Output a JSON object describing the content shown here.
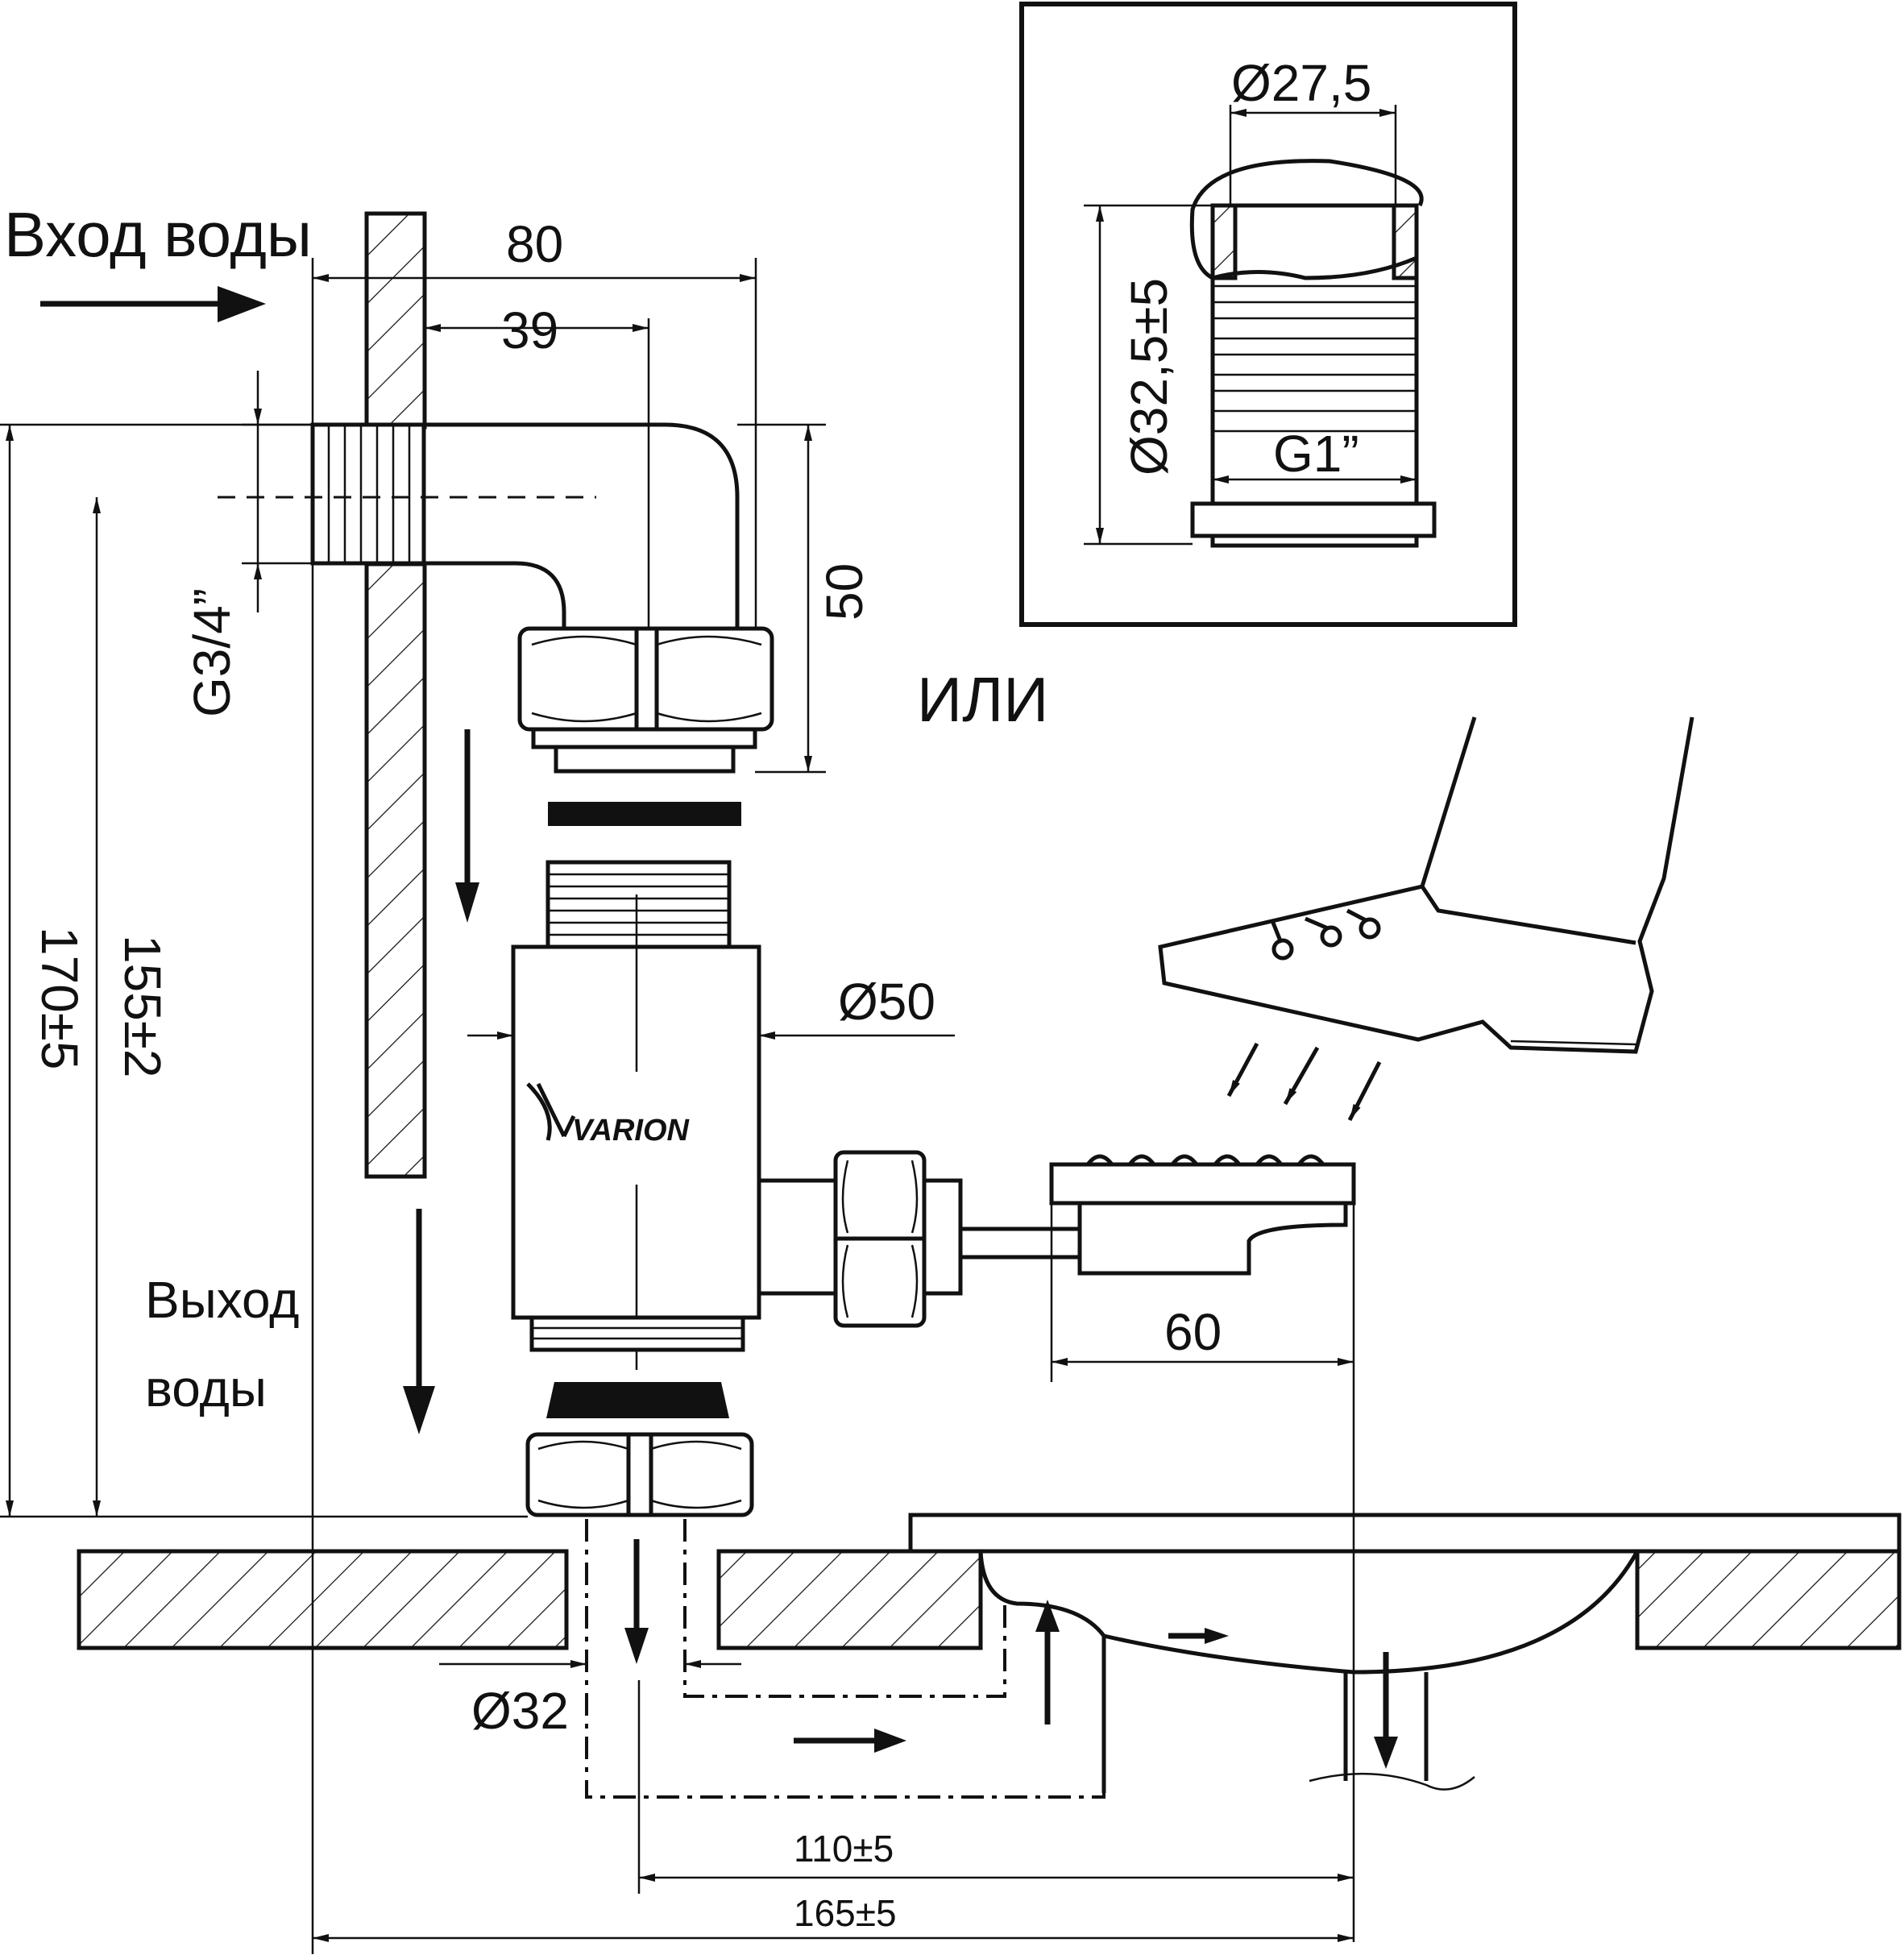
{
  "labels": {
    "water_in": "Вход воды",
    "water_out_1": "Выход",
    "water_out_2": "воды",
    "or": "ИЛИ",
    "brand": "VARION"
  },
  "dimensions": {
    "d80": "80",
    "d39": "39",
    "d50": "50",
    "thread_g34": "G3/4”",
    "h170": "170±5",
    "h155": "155±2",
    "dia50": "Ø50",
    "w60": "60",
    "dia32": "Ø32",
    "d110": "110±5",
    "d165": "165±5"
  },
  "inset": {
    "dia27": "Ø27,5",
    "dia32_5": "Ø32,5±5",
    "thread_g1": "G1”"
  }
}
